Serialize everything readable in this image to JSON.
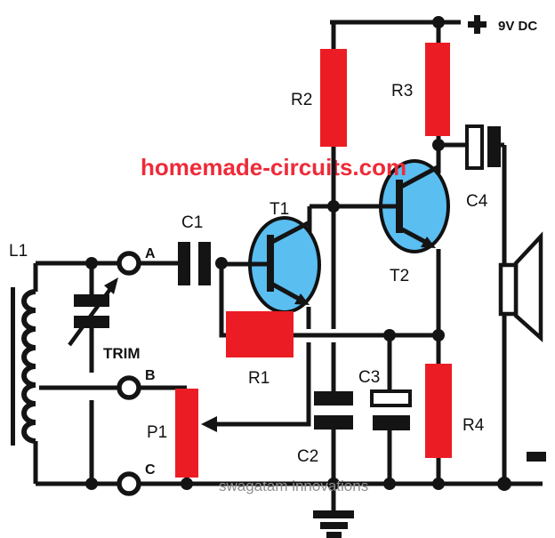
{
  "title": "homemade-circuits.com",
  "watermark": "swagatam innovations",
  "power": {
    "plus_sign": "+",
    "voltage_label": "9V DC",
    "minus_sign": "-"
  },
  "components": {
    "l1": "L1",
    "trim": "TRIM",
    "c1": "C1",
    "c2": "C2",
    "c3": "C3",
    "c4": "C4",
    "r1": "R1",
    "r2": "R2",
    "r3": "R3",
    "r4": "R4",
    "t1": "T1",
    "t2": "T2",
    "p1": "P1"
  },
  "terminals": {
    "a": "A",
    "b": "B",
    "c": "C"
  },
  "colors": {
    "component_red": "#ec1c24",
    "transistor_blue": "#5abef0",
    "wire_black": "#141414",
    "title_red": "#ee2b39",
    "watermark_gray": "#8f8f8f"
  }
}
